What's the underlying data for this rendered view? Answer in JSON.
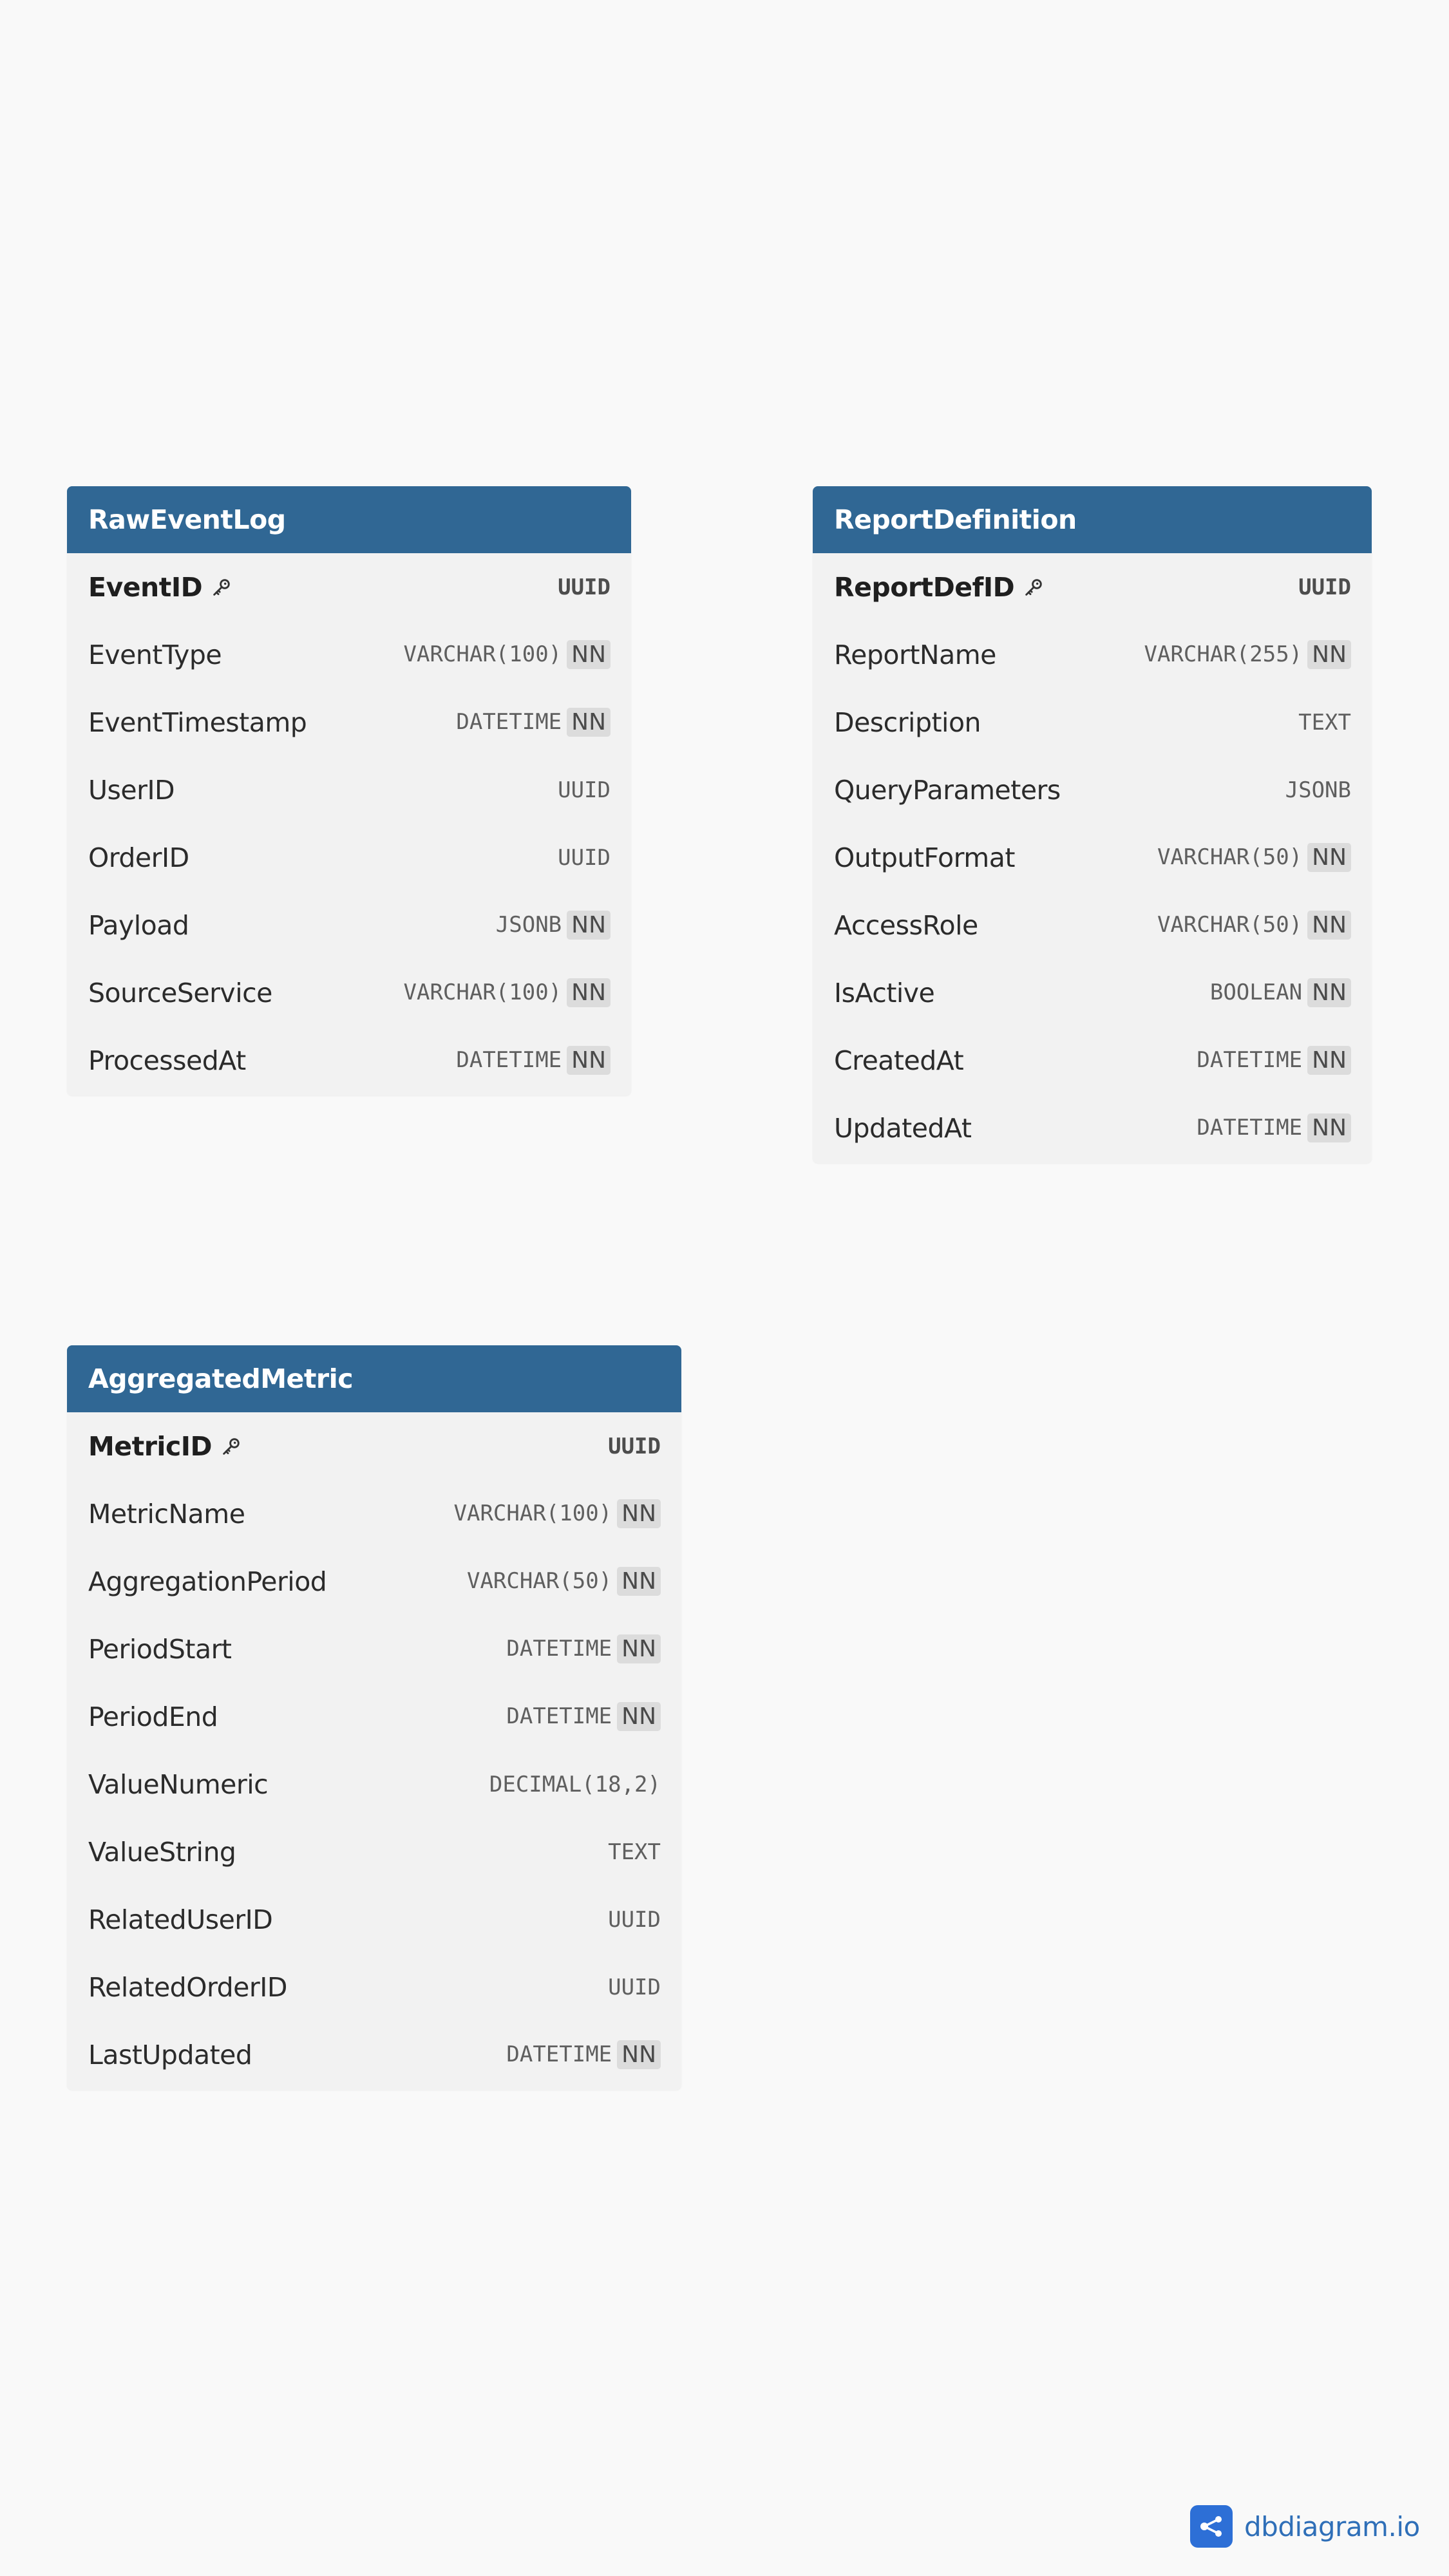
{
  "tables": [
    {
      "name": "RawEventLog",
      "columns": [
        {
          "name": "EventID",
          "type": "UUID",
          "pk": true,
          "nn": false
        },
        {
          "name": "EventType",
          "type": "VARCHAR(100)",
          "pk": false,
          "nn": true
        },
        {
          "name": "EventTimestamp",
          "type": "DATETIME",
          "pk": false,
          "nn": true
        },
        {
          "name": "UserID",
          "type": "UUID",
          "pk": false,
          "nn": false
        },
        {
          "name": "OrderID",
          "type": "UUID",
          "pk": false,
          "nn": false
        },
        {
          "name": "Payload",
          "type": "JSONB",
          "pk": false,
          "nn": true
        },
        {
          "name": "SourceService",
          "type": "VARCHAR(100)",
          "pk": false,
          "nn": true
        },
        {
          "name": "ProcessedAt",
          "type": "DATETIME",
          "pk": false,
          "nn": true
        }
      ]
    },
    {
      "name": "ReportDefinition",
      "columns": [
        {
          "name": "ReportDefID",
          "type": "UUID",
          "pk": true,
          "nn": false
        },
        {
          "name": "ReportName",
          "type": "VARCHAR(255)",
          "pk": false,
          "nn": true
        },
        {
          "name": "Description",
          "type": "TEXT",
          "pk": false,
          "nn": false
        },
        {
          "name": "QueryParameters",
          "type": "JSONB",
          "pk": false,
          "nn": false
        },
        {
          "name": "OutputFormat",
          "type": "VARCHAR(50)",
          "pk": false,
          "nn": true
        },
        {
          "name": "AccessRole",
          "type": "VARCHAR(50)",
          "pk": false,
          "nn": true
        },
        {
          "name": "IsActive",
          "type": "BOOLEAN",
          "pk": false,
          "nn": true
        },
        {
          "name": "CreatedAt",
          "type": "DATETIME",
          "pk": false,
          "nn": true
        },
        {
          "name": "UpdatedAt",
          "type": "DATETIME",
          "pk": false,
          "nn": true
        }
      ]
    },
    {
      "name": "AggregatedMetric",
      "columns": [
        {
          "name": "MetricID",
          "type": "UUID",
          "pk": true,
          "nn": false
        },
        {
          "name": "MetricName",
          "type": "VARCHAR(100)",
          "pk": false,
          "nn": true
        },
        {
          "name": "AggregationPeriod",
          "type": "VARCHAR(50)",
          "pk": false,
          "nn": true
        },
        {
          "name": "PeriodStart",
          "type": "DATETIME",
          "pk": false,
          "nn": true
        },
        {
          "name": "PeriodEnd",
          "type": "DATETIME",
          "pk": false,
          "nn": true
        },
        {
          "name": "ValueNumeric",
          "type": "DECIMAL(18,2)",
          "pk": false,
          "nn": false
        },
        {
          "name": "ValueString",
          "type": "TEXT",
          "pk": false,
          "nn": false
        },
        {
          "name": "RelatedUserID",
          "type": "UUID",
          "pk": false,
          "nn": false
        },
        {
          "name": "RelatedOrderID",
          "type": "UUID",
          "pk": false,
          "nn": false
        },
        {
          "name": "LastUpdated",
          "type": "DATETIME",
          "pk": false,
          "nn": true
        }
      ]
    }
  ],
  "badge": {
    "nn_label": "NN"
  },
  "brand": {
    "name": "dbdiagram.io"
  },
  "colors": {
    "background": "#f9f9f9",
    "header": "#306794",
    "table_body": "#f2f2f2",
    "badge_bg": "#dcdcdc",
    "brand": "#2d6fd6"
  },
  "icons": {
    "primary_key": "key-icon",
    "logo": "dbdiagram-logo-icon"
  }
}
